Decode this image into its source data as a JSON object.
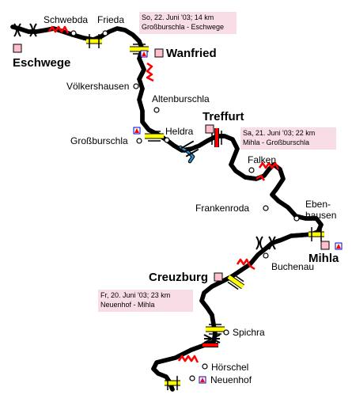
{
  "places": {
    "schwebda": "Schwebda",
    "frieda": "Frieda",
    "eschwege": "Eschwege",
    "wanfried": "Wanfried",
    "voelkershausen": "Völkershausen",
    "altenburschla": "Altenburschla",
    "grossburschla": "Großburschla",
    "heldra": "Heldra",
    "treffurt": "Treffurt",
    "falken": "Falken",
    "frankenroda": "Frankenroda",
    "ebenhausen_1": "Eben-",
    "ebenhausen_2": "hausen",
    "mihla": "Mihla",
    "buchenau": "Buchenau",
    "creuzburg": "Creuzburg",
    "spichra": "Spichra",
    "hoerschel": "Hörschel",
    "neuenhof": "Neuenhof"
  },
  "stages": [
    {
      "line1": "So, 22. Juni '03;  14 km",
      "line2": "Großburschla - Eschwege"
    },
    {
      "line1": "Sa, 21. Juni '03;  22 km",
      "line2": "Mihla - Großburschla"
    },
    {
      "line1": "Fr, 20. Juni '03;  23 km",
      "line2": "Neuenhof - Mihla"
    }
  ],
  "colors": {
    "river": "#2a8fd6",
    "bridge": "#ffff00",
    "rapid": "#ff0000",
    "stage_box": "#f8dde6",
    "town_square": "#ffc0cb"
  },
  "icons": [
    "bridge-icon",
    "weir-icon",
    "rapid-icon",
    "campsite-icon",
    "railway-bridge-icon"
  ]
}
